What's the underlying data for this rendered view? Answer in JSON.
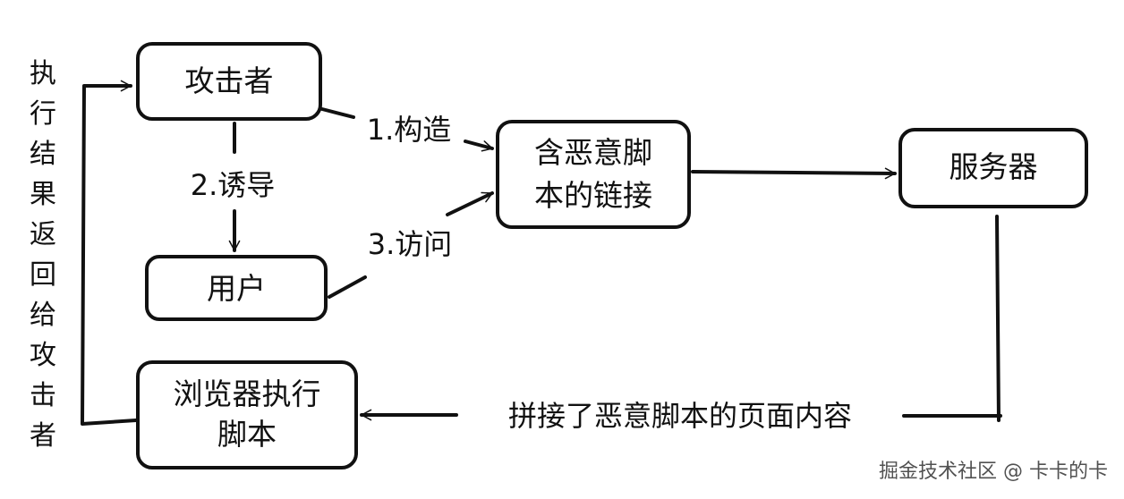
{
  "nodes": {
    "attacker": "攻击者",
    "user": "用户",
    "malicious_link_line1": "含恶意脚",
    "malicious_link_line2": "本的链接",
    "server": "服务器",
    "browser_line1": "浏览器执行",
    "browser_line2": "脚本"
  },
  "edges": {
    "construct": "1.构造",
    "induce": "2.诱导",
    "visit": "3.访问",
    "spliced_page": "拼接了恶意脚本的页面内容"
  },
  "side_label": "执行结果返回给攻击者",
  "watermark": "掘金技术社区 @ 卡卡的卡"
}
